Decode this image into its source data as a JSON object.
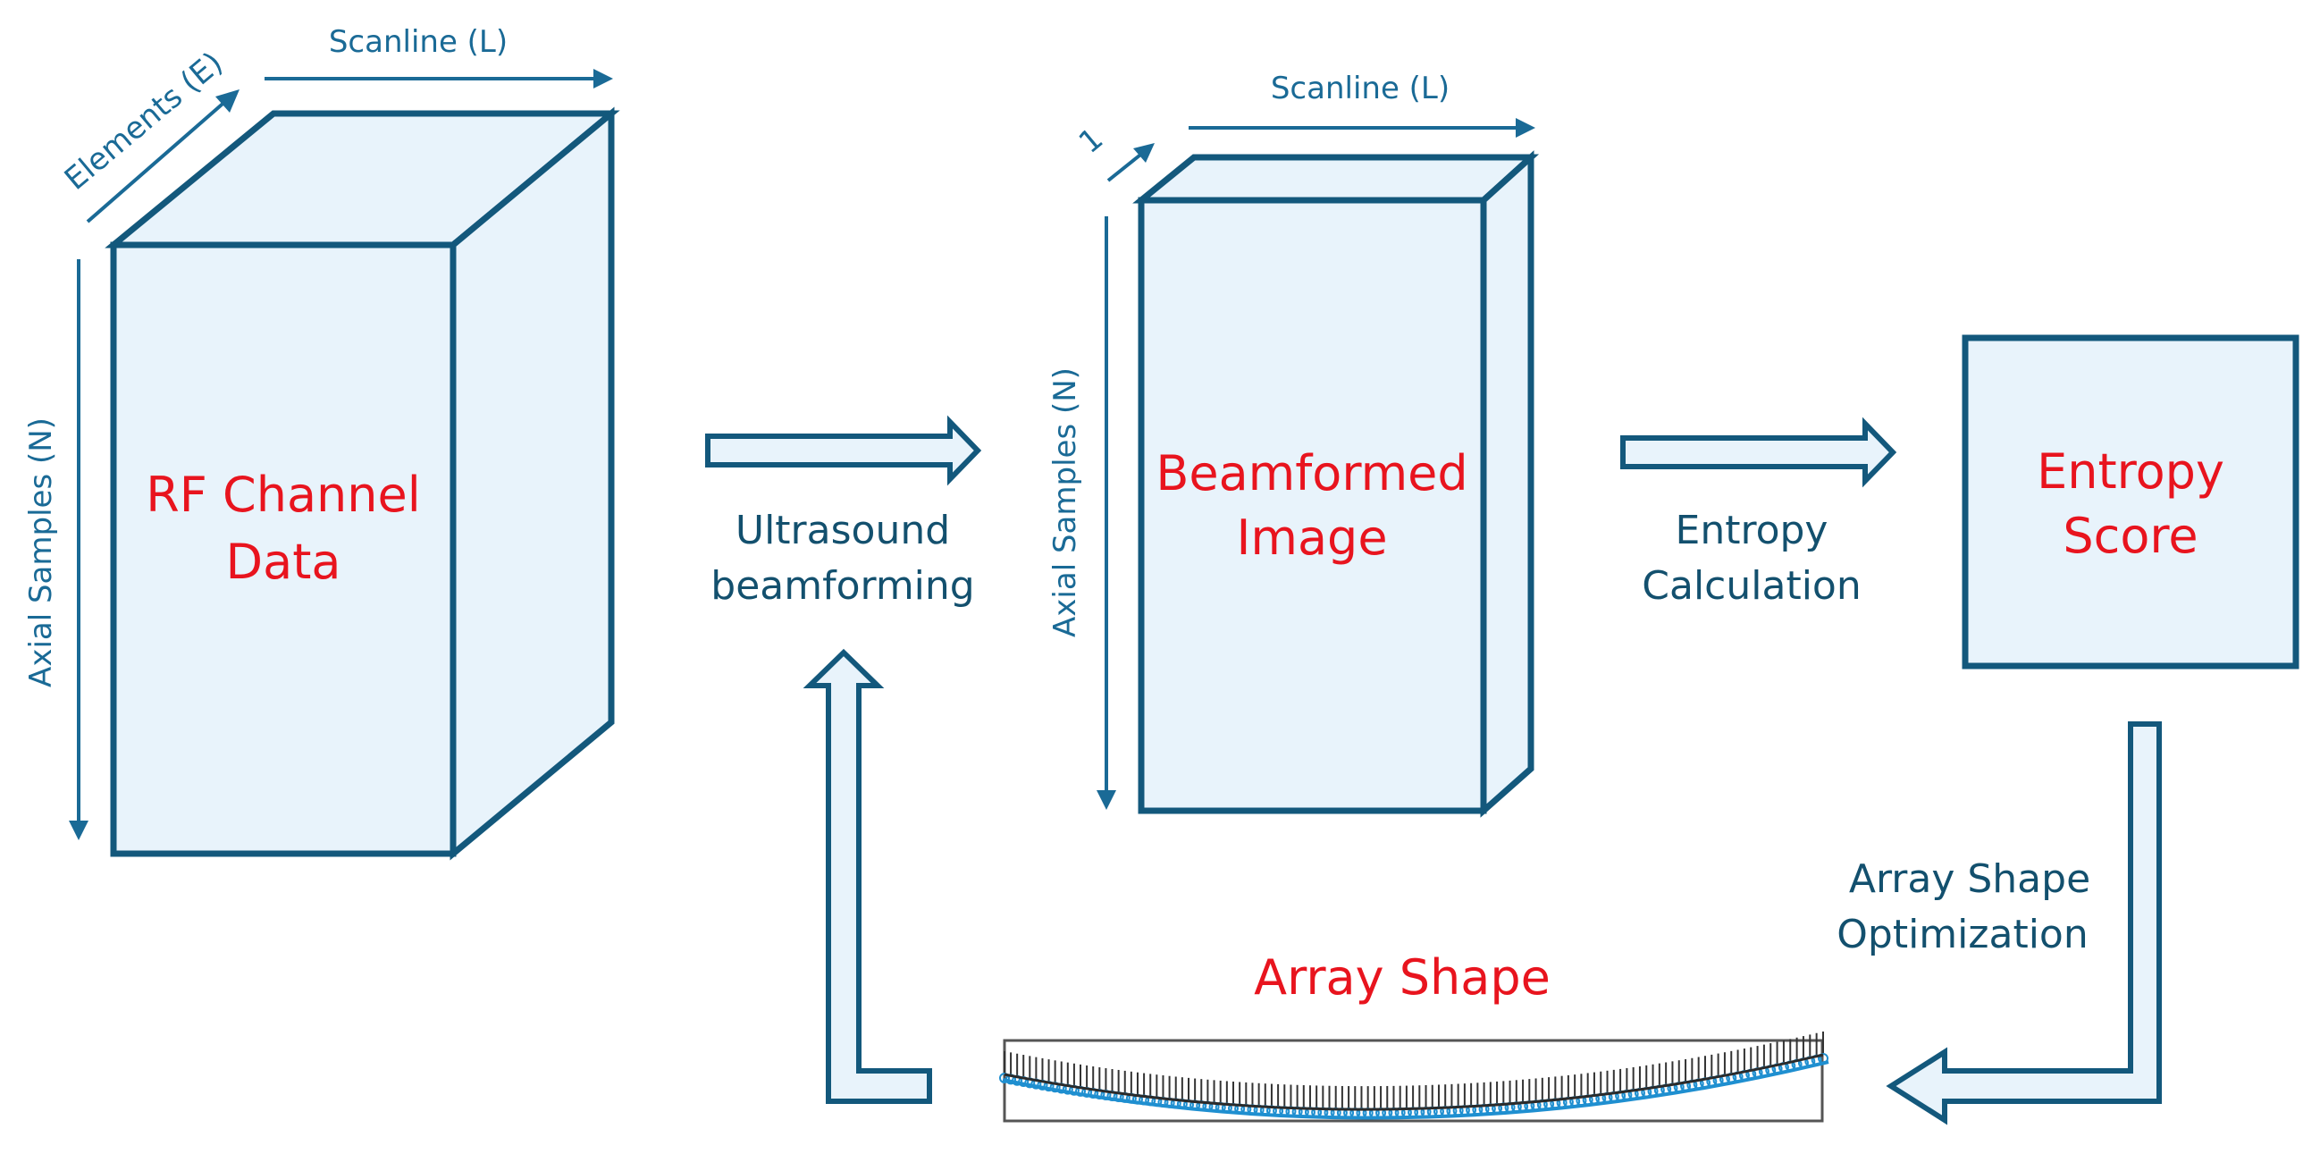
{
  "rf_block": {
    "title_line1": "RF Channel",
    "title_line2": "Data",
    "axis_elements": "Elements (E)",
    "axis_scanline": "Scanline (L)",
    "axis_axial": "Axial Samples (N)"
  },
  "beamformed_block": {
    "title_line1": "Beamformed",
    "title_line2": "Image",
    "axis_depth": "1",
    "axis_scanline": "Scanline (L)",
    "axis_axial": "Axial Samples (N)"
  },
  "entropy_block": {
    "title_line1": "Entropy",
    "title_line2": "Score"
  },
  "steps": {
    "beamforming_line1": "Ultrasound",
    "beamforming_line2": "beamforming",
    "entropy_line1": "Entropy",
    "entropy_line2": "Calculation",
    "optimization_line1": "Array Shape",
    "optimization_line2": "Optimization"
  },
  "array_shape": {
    "title": "Array Shape",
    "element_count": 128
  },
  "colors": {
    "box_fill": "#e8f3fb",
    "box_stroke": "#13587c",
    "axis": "#1a6a96",
    "title_red": "#e8141e",
    "step_text": "#13506e",
    "array_blue": "#1f8fd0"
  }
}
